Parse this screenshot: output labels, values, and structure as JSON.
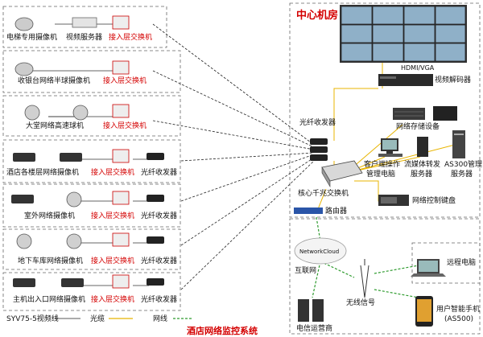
{
  "colors": {
    "accent_red": "#d40000",
    "fiber_yellow": "#e8b400",
    "network_green": "#2e9b2e",
    "border_gray": "#666666"
  },
  "center_room": {
    "title": "中心机房"
  },
  "system_title": "酒店网络监控系统",
  "zones": [
    {
      "camera_label": "电梯专用摄像机",
      "device_label": "视频服务器",
      "switch_label": "接入层交换机"
    },
    {
      "camera_label": "收银台网络半球摄像机",
      "switch_label": "接入层交换机"
    },
    {
      "camera_label": "大堂网络高速球机",
      "switch_label": "接入层交换机"
    },
    {
      "camera_label": "酒店各楼层网络摄像机",
      "switch_label": "接入层交换机",
      "transceiver_label": "光纤收发器"
    },
    {
      "camera_label": "室外网络摄像机",
      "switch_label": "接入层交换机",
      "transceiver_label": "光纤收发器"
    },
    {
      "camera_label": "地下车库网络摄像机",
      "switch_label": "接入层交换机",
      "transceiver_label": "光纤收发器"
    },
    {
      "camera_label": "主机出入口网络摄像机",
      "switch_label": "接入层交换机",
      "transceiver_label": "光纤收发器"
    }
  ],
  "center_labels": {
    "hdmi": "HDMI/VGA",
    "decoder": "视频解码器",
    "storage": "网络存储设备",
    "fiber_transceiver": "光纤收发器",
    "client_line1": "客户端操作",
    "client_line2": "管理电脑",
    "media_line1": "流媒体转发",
    "media_line2": "服务器",
    "as300_line1": "AS300管理",
    "as300_line2": "服务器",
    "core_switch": "核心千兆交换机",
    "keyboard": "网络控制键盘",
    "router": "路由器"
  },
  "bottom_labels": {
    "cloud_text": "NetworkCloud",
    "internet": "互联网",
    "carrier": "电信运营商",
    "wireless": "无线信号",
    "remote_pc": "远程电脑",
    "phone_line1": "用户智能手机",
    "phone_line2": "(AS500)"
  },
  "legend": [
    {
      "label": "SYV75-5视频线",
      "style": "video"
    },
    {
      "label": "光缆",
      "style": "fiber"
    },
    {
      "label": "网线",
      "style": "network"
    }
  ]
}
